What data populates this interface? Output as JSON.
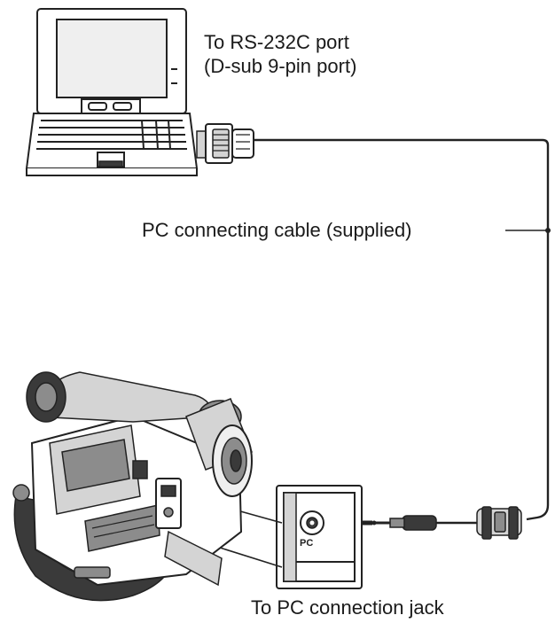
{
  "labels": {
    "rs232_port_line1": "To RS-232C port",
    "rs232_port_line2": "(D-sub 9-pin port)",
    "pc_cable": "PC connecting cable (supplied)",
    "pc_jack": "To PC connection jack",
    "jack_marking": "PC"
  },
  "colors": {
    "line": "#222222",
    "dark": "#3a3a3a",
    "mid": "#8c8c8c",
    "light": "#d4d4d4"
  }
}
